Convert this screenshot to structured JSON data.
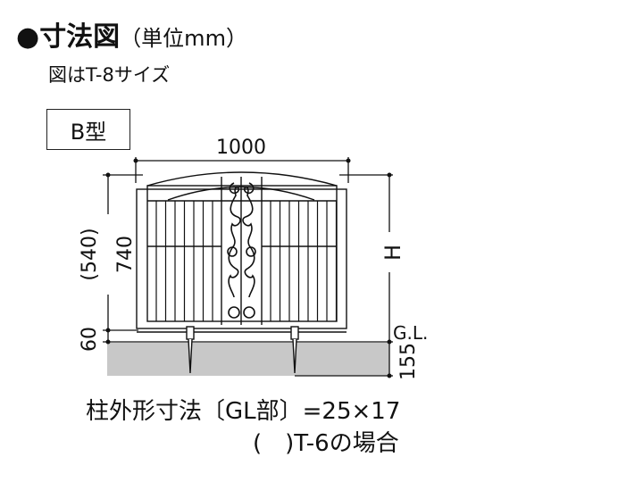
{
  "header": {
    "bullet": "●",
    "title": "寸法図",
    "unit": "（単位mm）"
  },
  "subtitle": "図はT-8サイズ",
  "type_label": "B型",
  "dimensions": {
    "width": "1000",
    "height_fence": "740",
    "height_inner": "(540)",
    "clearance": "60",
    "total_height": "H",
    "ground_label": "G.L.",
    "embed_depth": "155"
  },
  "notes": {
    "post_size": "柱外形寸法〔GL部〕=25×17",
    "alt_case": "(　)T-6の場合"
  },
  "colors": {
    "ground": "#c8c8c8",
    "line": "#111111"
  }
}
